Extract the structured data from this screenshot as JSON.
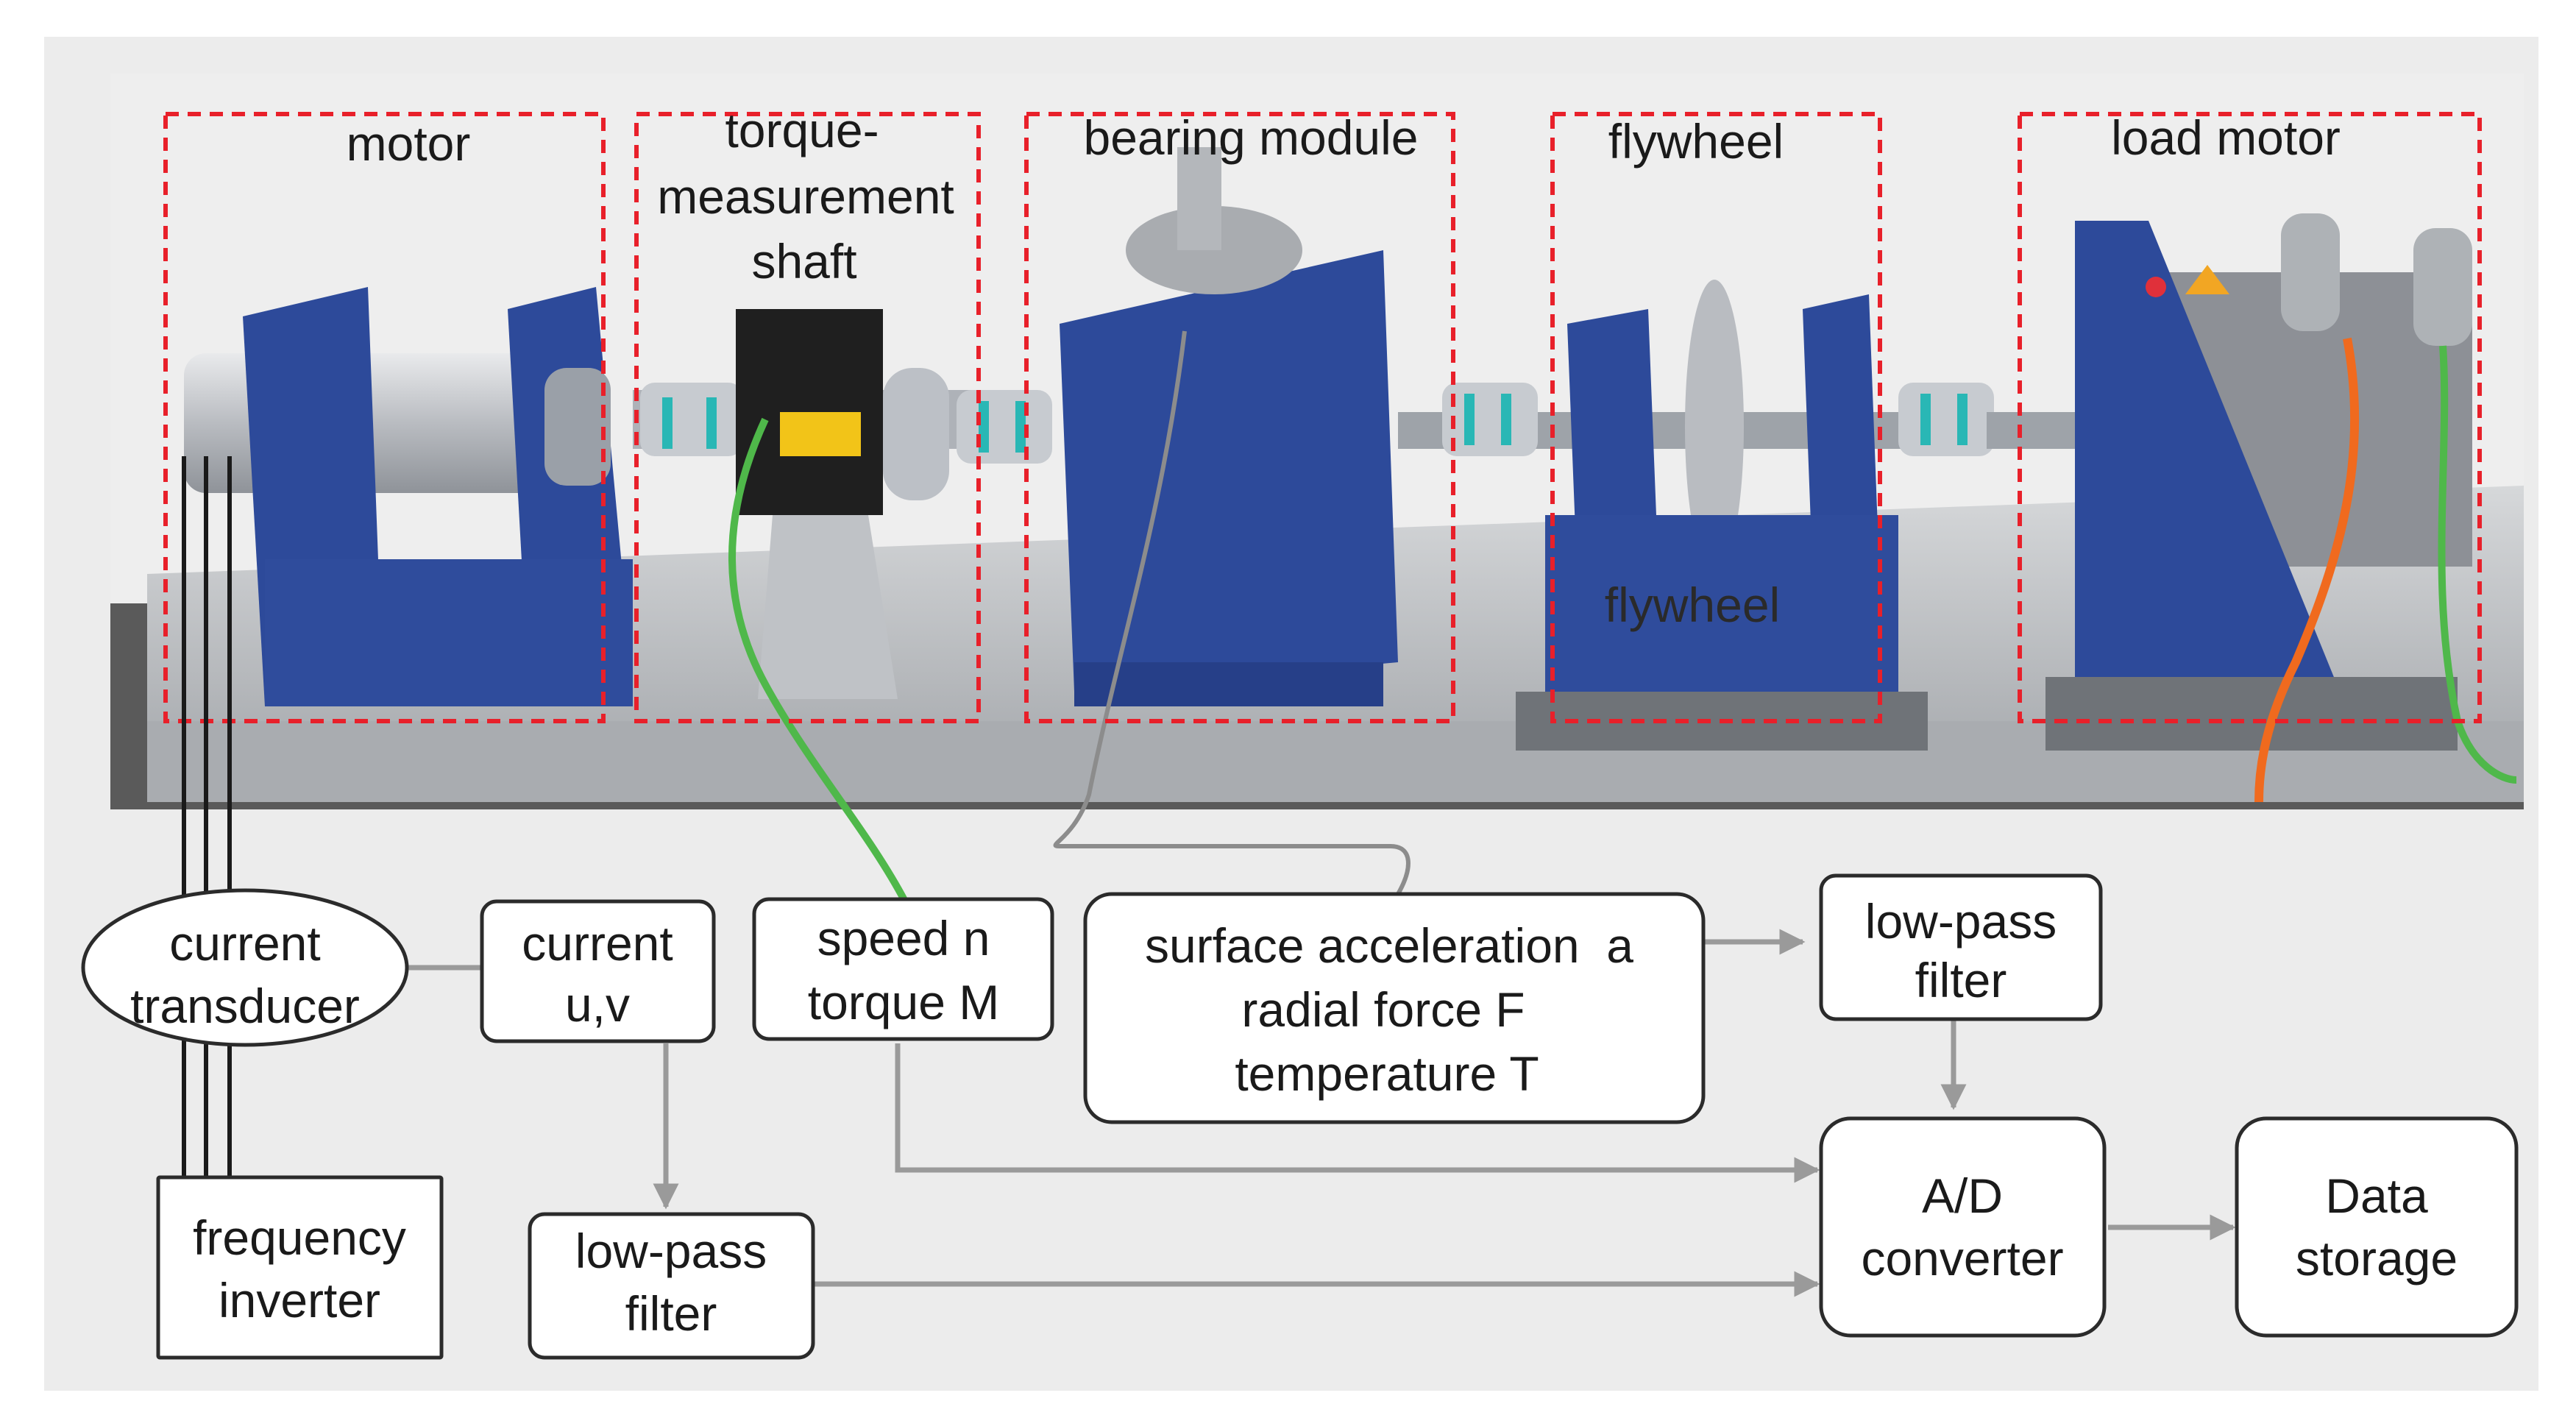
{
  "modules": {
    "motor": "motor",
    "torque_shaft_1": "torque-",
    "torque_shaft_2": "measurement",
    "torque_shaft_3": "shaft",
    "bearing_module": "bearing module",
    "flywheel": "flywheel",
    "flywheel_inner": "flywheel",
    "load_motor": "load motor"
  },
  "blocks": {
    "current_transducer": [
      "current",
      "transducer"
    ],
    "current_uv": [
      "current",
      "u,v"
    ],
    "speed_torque": [
      "speed n",
      "torque M"
    ],
    "sensors": [
      "surface acceleration  a",
      "radial force F",
      "temperature T"
    ],
    "lowpass_top": [
      "low-pass",
      "filter"
    ],
    "frequency_inverter": [
      "frequency",
      "inverter"
    ],
    "lowpass_bottom": [
      "low-pass",
      "filter"
    ],
    "ad_converter": [
      "A/D",
      "converter"
    ],
    "data_storage": [
      "Data",
      "storage"
    ]
  },
  "colors": {
    "background": "#ececec",
    "module_outline": "#e8202a",
    "arrow": "#9a9a9a",
    "block_stroke": "#2b2b2b",
    "base_plate": "#c9cbcd",
    "blue_parts": "#2d4a9a",
    "green_cable": "#4fb84a",
    "orange_cable": "#f06a1e"
  }
}
